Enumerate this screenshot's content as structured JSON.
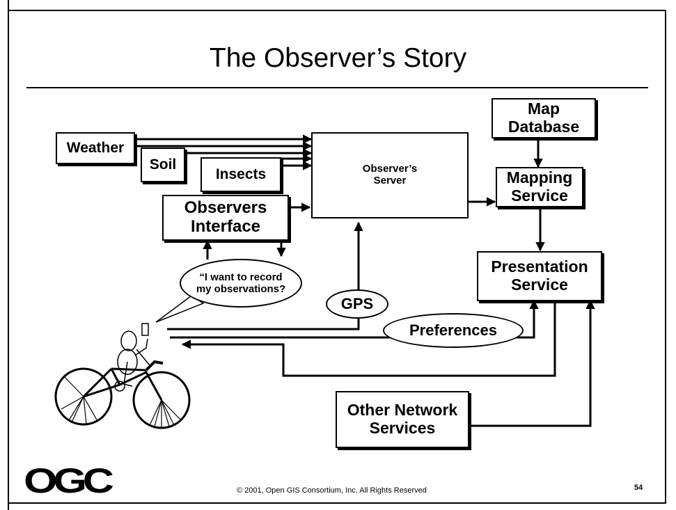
{
  "slide": {
    "title": "The Observer’s Story",
    "boxes": {
      "weather": "Weather",
      "soil": "Soil",
      "insects": "Insects",
      "observers_interface": [
        "Observers",
        "Interface"
      ],
      "observers_server": [
        "Observer’s",
        "Server"
      ],
      "map_database": [
        "Map",
        "Database"
      ],
      "mapping_service": [
        "Mapping",
        "Service"
      ],
      "presentation_service": [
        "Presentation",
        "Service"
      ],
      "other_network_services": [
        "Other Network",
        "Services"
      ]
    },
    "ellipses": {
      "speech_bubble": [
        "“I want to record",
        "my observations?"
      ],
      "gps": "GPS",
      "preferences": "Preferences"
    },
    "footer": {
      "logo": "OGC",
      "copyright": "© 2001, Open GIS Consortium, Inc. All Rights Reserved",
      "page_number": "54"
    }
  }
}
